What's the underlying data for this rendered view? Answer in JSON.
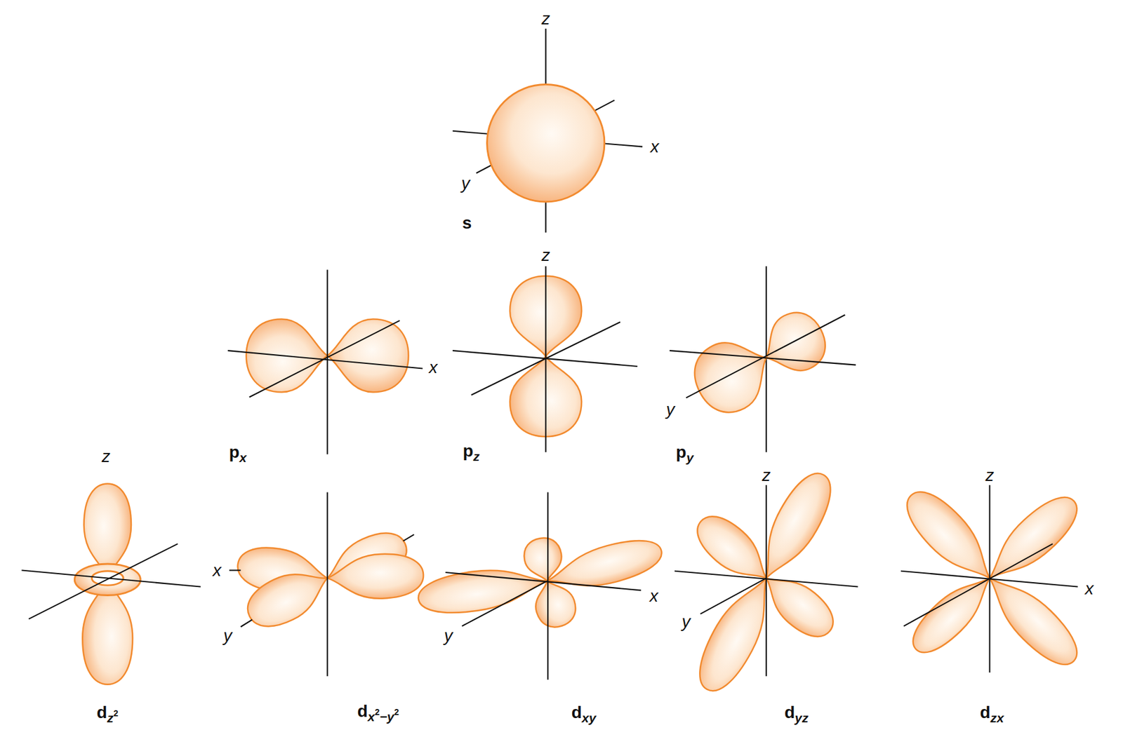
{
  "diagram": {
    "labels": [
      "z",
      "x",
      "y",
      "s",
      "z",
      "x",
      "y",
      "p",
      "x",
      "p",
      "z",
      "p",
      "y",
      "z",
      "x",
      "y",
      "y",
      "x",
      "z",
      "y",
      "z",
      "x",
      "d",
      "z",
      "2",
      "d",
      "x",
      "2",
      "−y",
      "2",
      "d",
      "xy",
      "d",
      "yz",
      "d",
      "zx"
    ]
  }
}
